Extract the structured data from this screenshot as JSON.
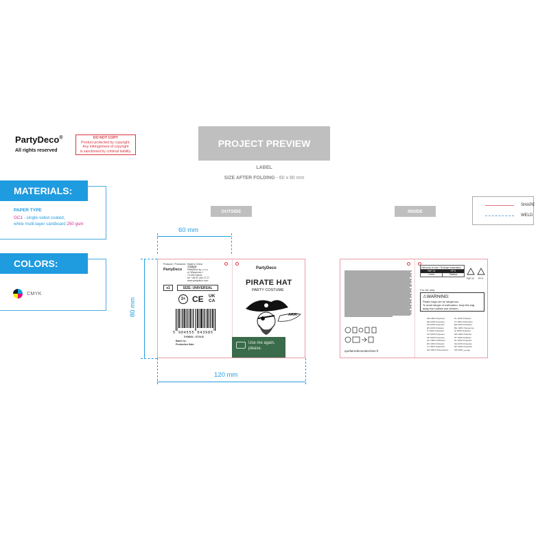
{
  "header": {
    "brand": "PartyDeco",
    "brand_mark": "®",
    "rights": "All rights reserved",
    "copyright_notice": {
      "title": "DO NOT COPY",
      "line1": "Product protected by copyright.",
      "line2": "Any infringement of copyright",
      "line3": "is sanctioned by criminal liability."
    }
  },
  "preview": {
    "title": "PROJECT PREVIEW",
    "label": "LABEL",
    "size_prefix": "SIZE AFTER FOLDING",
    "size_value": "- 60 x 80 mm"
  },
  "materials": {
    "heading": "MATERIALS:",
    "paper_type_label": "PAPER TYPE",
    "paper_code": "GC1",
    "paper_desc1": " - single-sided coated,",
    "paper_desc2": "white multi-layer cardboard ",
    "paper_weight": "250 gsm"
  },
  "colors": {
    "heading": "COLORS:",
    "value": "CMYK",
    "swatches": [
      "#00a0e0",
      "#e6007e",
      "#ffed00",
      "#1a1a1a"
    ]
  },
  "tabs": {
    "outside": "OUTSIDE",
    "inside": "INSIDE"
  },
  "legend": {
    "shape": "SHAPE",
    "weld": "WELD",
    "shape_color": "#e0707a",
    "weld_color": "#6aaad8"
  },
  "dimensions": {
    "half_width": "60 mm",
    "height": "80 mm",
    "full_width": "120 mm"
  },
  "outside_left": {
    "producer_label": "Producer / Producent:",
    "made_in": "Made in China",
    "made_in_native": "中国制造",
    "brand": "PartyDeco",
    "address": [
      "PartyDeco sp. z o.o.",
      "ul. Wiosenna 1",
      "74-400 Dębno",
      "tel. +48 91 444 27 27",
      "www.partydeco.com"
    ],
    "qty": "x1",
    "size": "SIZE: UNIVERSAL",
    "age": "3+",
    "ce": "CE",
    "ukca": "UK CA",
    "barcode_number": "5 904555 043985",
    "symbol": "SYMBOL: S7O4-B",
    "batch": "Batch no.:",
    "production_date": "Production Date:"
  },
  "outside_right": {
    "brand": "PartyDeco",
    "title": "PIRATE HAT",
    "subtitle": "PARTY COSTUME",
    "speech": "ARR!",
    "reuse_line1": "Use me again,",
    "reuse_line2": "please.",
    "accent_color": "#3a6b4a"
  },
  "inside_left": {
    "recycle_url": "quefairedemesdechets.fr"
  },
  "inside_right": {
    "table_title": "Elements of care / Rodzaje materiałów",
    "table_head": [
      "PAP 22",
      "PP 5"
    ],
    "table_row": [
      "Carta",
      "Plastica"
    ],
    "recycle_codes": [
      "PAP 22",
      "PP 5"
    ],
    "for_uk": "For UK only:",
    "warning_title": "WARNING:",
    "warning_text1": "Plastic bags can be dangerous.",
    "warning_text2": "To avoid danger of suffocation, keep this bag",
    "warning_text3": "away from babies and children.",
    "composition_left": [
      "GB 100% Polyester",
      "DE 100% Polyester",
      "FR 100% Polyester",
      "ES 100% Poliéster",
      "IT 100% Poliestere",
      "CZ 100% Polyester",
      "SK 100% Polyester",
      "HU 100% Poliészter",
      "RO 100% Poliester",
      "LT 100% Poliesteris",
      "GR 100% Πολυεστέρας"
    ],
    "composition_right": [
      "PL 100% Poliester",
      "LV 100% Poliesteris",
      "EE 100% Polüester",
      "BG 100% Полиестер",
      "SI 100% Poliester",
      "HR 100% Poliester",
      "PT 100% Poliéster",
      "NL 100% Polyester",
      "SE 100% Polyester",
      "DK 100% Polyester",
      "AR 100% بوليستر"
    ]
  }
}
